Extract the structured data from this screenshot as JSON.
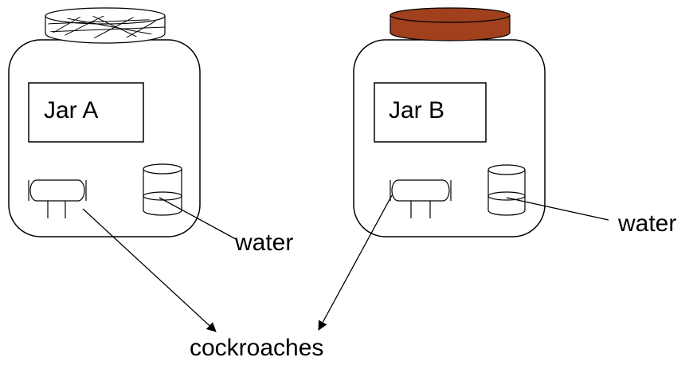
{
  "jars": [
    {
      "label": "Jar A",
      "lid": "gauze-covered"
    },
    {
      "label": "Jar B",
      "lid": "solid"
    }
  ],
  "labels": {
    "water_a": "water",
    "water_b": "water",
    "cockroaches": "cockroaches"
  },
  "colors": {
    "lid_b_fill": "#A0401C",
    "stroke": "#000000",
    "background": "#FFFFFF"
  }
}
